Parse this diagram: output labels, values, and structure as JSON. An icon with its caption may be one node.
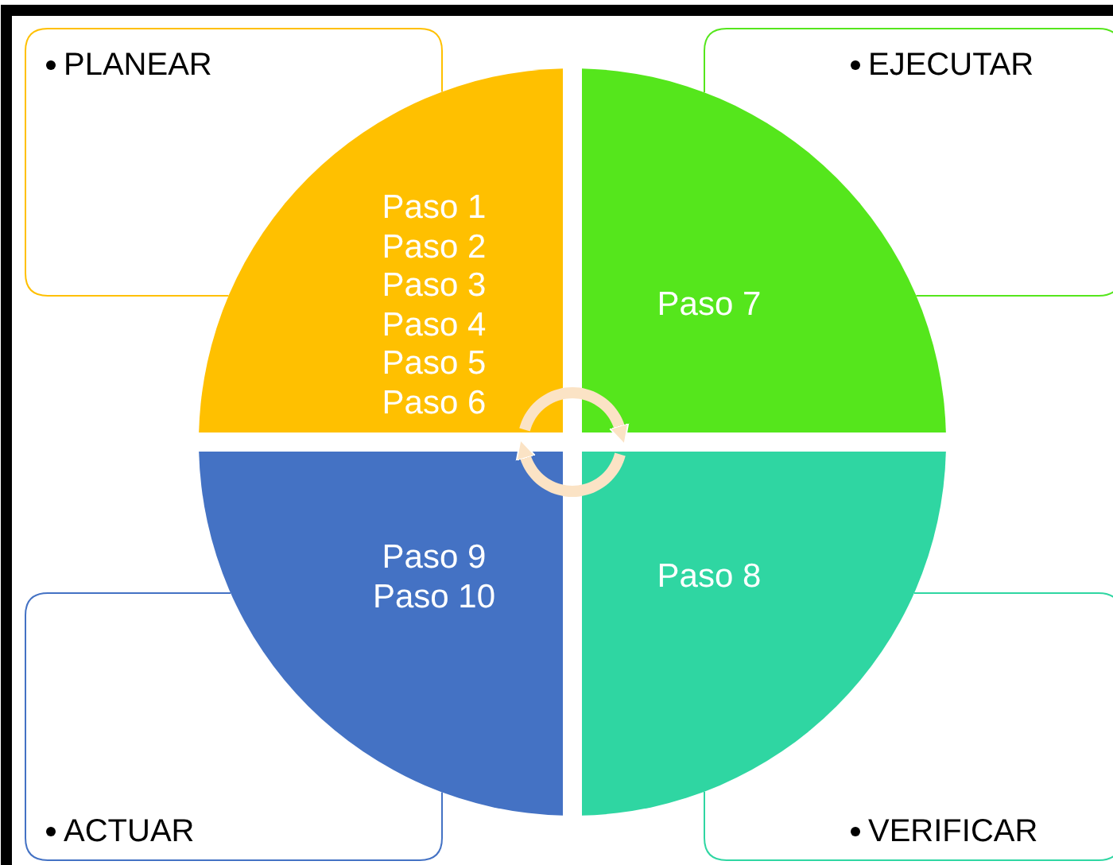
{
  "diagram": {
    "nodes": [
      {
        "text": [
          "PLANEAR"
        ]
      },
      {
        "text": [
          "EJECUTAR"
        ]
      },
      {
        "text": [
          "ACTUAR"
        ]
      },
      {
        "text": [
          "VERIFICAR"
        ]
      },
      {
        "text": [
          "Paso 1",
          "Paso 2",
          "Paso 3",
          "Paso 4",
          "Paso 5",
          "Paso 6"
        ]
      },
      {
        "text": [
          "Paso 7"
        ]
      },
      {
        "text": [
          "Paso 9",
          "Paso 10"
        ]
      },
      {
        "text": [
          "Paso 8"
        ]
      }
    ],
    "edges": [
      {
        "from": 4,
        "to": 5,
        "arrow": "to"
      },
      {
        "from": 7,
        "to": 6,
        "arrow": "to"
      }
    ]
  }
}
